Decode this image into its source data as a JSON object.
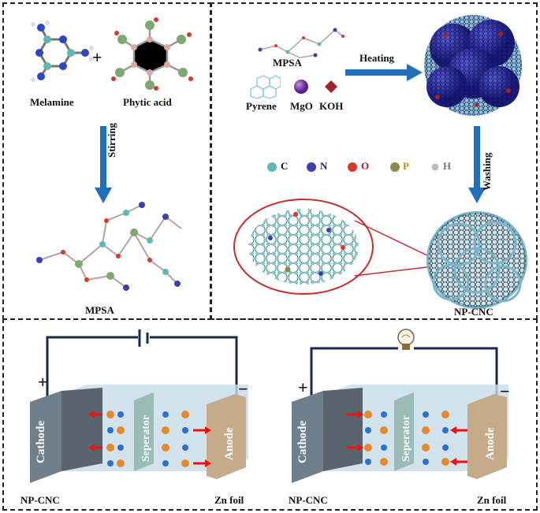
{
  "synthesis": {
    "melamine": "Melamine",
    "plus": "+",
    "phytic_acid": "Phytic acid",
    "stirring": "Stirring",
    "mpsa_bottom": "MPSA"
  },
  "carbonization": {
    "mpsa": "MPSA",
    "heating": "Heating",
    "pyrene": "Pyrene",
    "mgo": "MgO",
    "koh": "KOH",
    "washing": "Washing",
    "product": "NP-CNC",
    "legend": [
      {
        "symbol": "C",
        "color": "#5fb8b4"
      },
      {
        "symbol": "N",
        "color": "#3b3fb0"
      },
      {
        "symbol": "O",
        "color": "#d83a2a"
      },
      {
        "symbol": "P",
        "color": "#8e8a4a"
      },
      {
        "symbol": "H",
        "color": "#bbbbbb"
      }
    ]
  },
  "battery": {
    "cells": [
      {
        "plus": "+",
        "minus": "−",
        "cathode": "Cathode",
        "separator": "Seperator",
        "anode": "Anode",
        "cathode_material": "NP-CNC",
        "anode_material": "Zn foil",
        "source": "battery-symbol"
      },
      {
        "plus": "+",
        "minus": "−",
        "cathode": "Cathode",
        "separator": "Seperator",
        "anode": "Anode",
        "cathode_material": "NP-CNC",
        "anode_material": "Zn foil",
        "source": "light-bulb"
      }
    ]
  }
}
